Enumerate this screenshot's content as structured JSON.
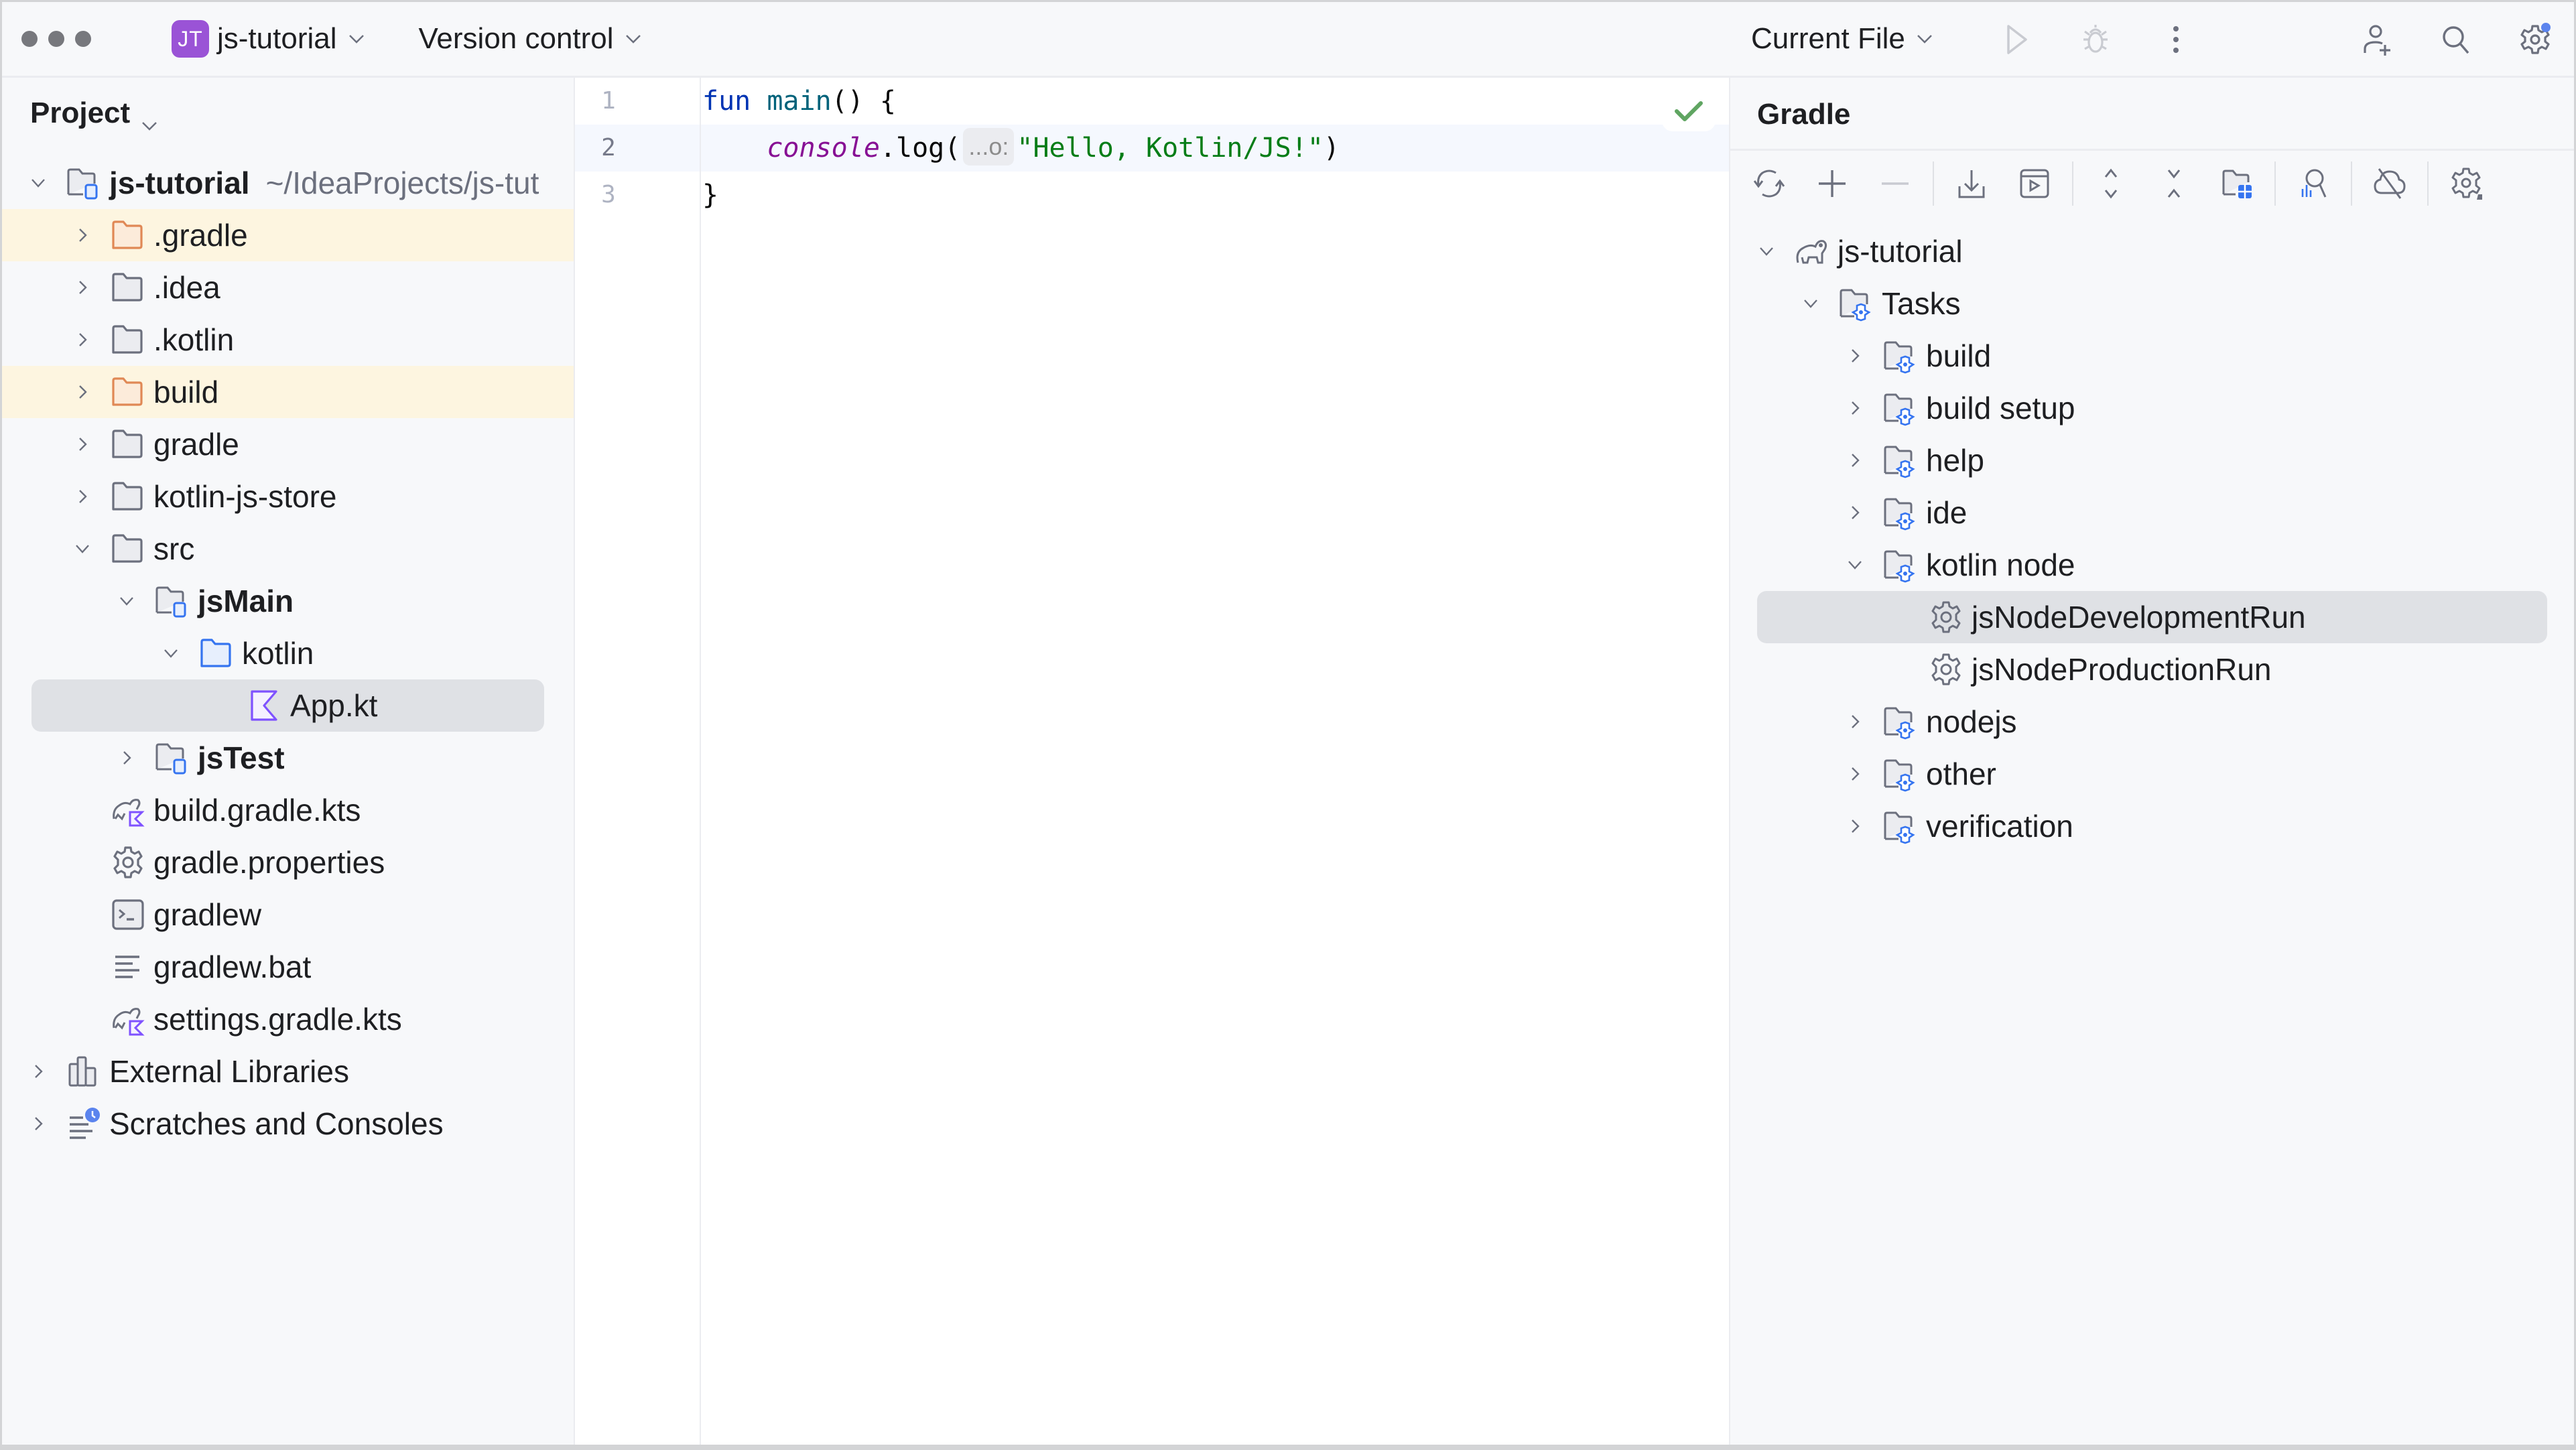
{
  "header": {
    "window_controls": [
      "close",
      "minimize",
      "zoom"
    ],
    "project_badge": "JT",
    "project_name": "js-tutorial",
    "vcs_label": "Version control",
    "run_config": "Current File",
    "icons": [
      "run-icon",
      "debug-icon",
      "more-icon",
      "add-user-icon",
      "search-icon",
      "settings-icon"
    ],
    "settings_notification_color": "#5b84ee"
  },
  "project_panel": {
    "title": "Project",
    "root": {
      "label": "js-tutorial",
      "path": "~/IdeaProjects/js-tut"
    },
    "items": [
      {
        "label": ".gradle",
        "level": 1,
        "expanded": false,
        "icon": "folder-orange",
        "highlighted": true
      },
      {
        "label": ".idea",
        "level": 1,
        "expanded": false,
        "icon": "folder"
      },
      {
        "label": ".kotlin",
        "level": 1,
        "expanded": false,
        "icon": "folder"
      },
      {
        "label": "build",
        "level": 1,
        "expanded": false,
        "icon": "folder-orange",
        "highlighted": true
      },
      {
        "label": "gradle",
        "level": 1,
        "expanded": false,
        "icon": "folder"
      },
      {
        "label": "kotlin-js-store",
        "level": 1,
        "expanded": false,
        "icon": "folder"
      },
      {
        "label": "src",
        "level": 1,
        "expanded": true,
        "icon": "folder"
      },
      {
        "label": "jsMain",
        "level": 2,
        "expanded": true,
        "icon": "module-folder",
        "bold": true
      },
      {
        "label": "kotlin",
        "level": 3,
        "expanded": true,
        "icon": "source-folder"
      },
      {
        "label": "App.kt",
        "level": 4,
        "icon": "kotlin-file",
        "selected": true
      },
      {
        "label": "jsTest",
        "level": 2,
        "expanded": false,
        "icon": "module-folder",
        "bold": true
      },
      {
        "label": "build.gradle.kts",
        "level": 1,
        "icon": "gradle-kts"
      },
      {
        "label": "gradle.properties",
        "level": 1,
        "icon": "gear"
      },
      {
        "label": "gradlew",
        "level": 1,
        "icon": "terminal"
      },
      {
        "label": "gradlew.bat",
        "level": 1,
        "icon": "text-file"
      },
      {
        "label": "settings.gradle.kts",
        "level": 1,
        "icon": "gradle-kts"
      },
      {
        "label": "External Libraries",
        "level": 0,
        "expanded": false,
        "icon": "libraries"
      },
      {
        "label": "Scratches and Consoles",
        "level": 0,
        "expanded": false,
        "icon": "scratches"
      }
    ]
  },
  "editor": {
    "current_line": 2,
    "lines": [
      {
        "number": "1",
        "tokens": [
          {
            "t": "fun",
            "c": "kw"
          },
          {
            "t": " "
          },
          {
            "t": "main",
            "c": "fn"
          },
          {
            "t": "() {"
          }
        ]
      },
      {
        "number": "2",
        "tokens": [
          {
            "t": "    "
          },
          {
            "t": "console",
            "c": "obj"
          },
          {
            "t": ".log("
          },
          {
            "hint": "...o:"
          },
          {
            "t": "\"Hello, Kotlin/JS!\"",
            "c": "str"
          },
          {
            "t": ")"
          }
        ]
      },
      {
        "number": "3",
        "tokens": [
          {
            "t": "}"
          }
        ]
      }
    ],
    "inspection_status": "no-problems",
    "status_color": "#5fa561"
  },
  "gradle_panel": {
    "title": "Gradle",
    "toolbar": [
      "reload-icon",
      "add-icon",
      "remove-icon",
      "|",
      "download-sources-icon",
      "run-task-icon",
      "|",
      "expand-all-icon",
      "collapse-all-icon",
      "group-modules-icon",
      "analyze-icon",
      "|",
      "offline-mode-icon",
      "|",
      "settings-icon"
    ],
    "tree": [
      {
        "label": "js-tutorial",
        "level": 0,
        "expanded": true,
        "icon": "gradle-elephant"
      },
      {
        "label": "Tasks",
        "level": 1,
        "expanded": true,
        "icon": "task-folder"
      },
      {
        "label": "build",
        "level": 2,
        "expanded": false,
        "icon": "task-folder"
      },
      {
        "label": "build setup",
        "level": 2,
        "expanded": false,
        "icon": "task-folder"
      },
      {
        "label": "help",
        "level": 2,
        "expanded": false,
        "icon": "task-folder"
      },
      {
        "label": "ide",
        "level": 2,
        "expanded": false,
        "icon": "task-folder"
      },
      {
        "label": "kotlin node",
        "level": 2,
        "expanded": true,
        "icon": "task-folder"
      },
      {
        "label": "jsNodeDevelopmentRun",
        "level": 3,
        "icon": "task-gear",
        "selected": true
      },
      {
        "label": "jsNodeProductionRun",
        "level": 3,
        "icon": "task-gear"
      },
      {
        "label": "nodejs",
        "level": 2,
        "expanded": false,
        "icon": "task-folder"
      },
      {
        "label": "other",
        "level": 2,
        "expanded": false,
        "icon": "task-folder"
      },
      {
        "label": "verification",
        "level": 2,
        "expanded": false,
        "icon": "task-folder"
      }
    ]
  },
  "colors": {
    "accent_blue": "#3574f0",
    "kotlin_purple": "#7f52ff",
    "excluded_orange": "#e08855",
    "highlight_row": "#fdf5e0",
    "selection": "#dfe1e5",
    "badge": "#9a53d6"
  }
}
